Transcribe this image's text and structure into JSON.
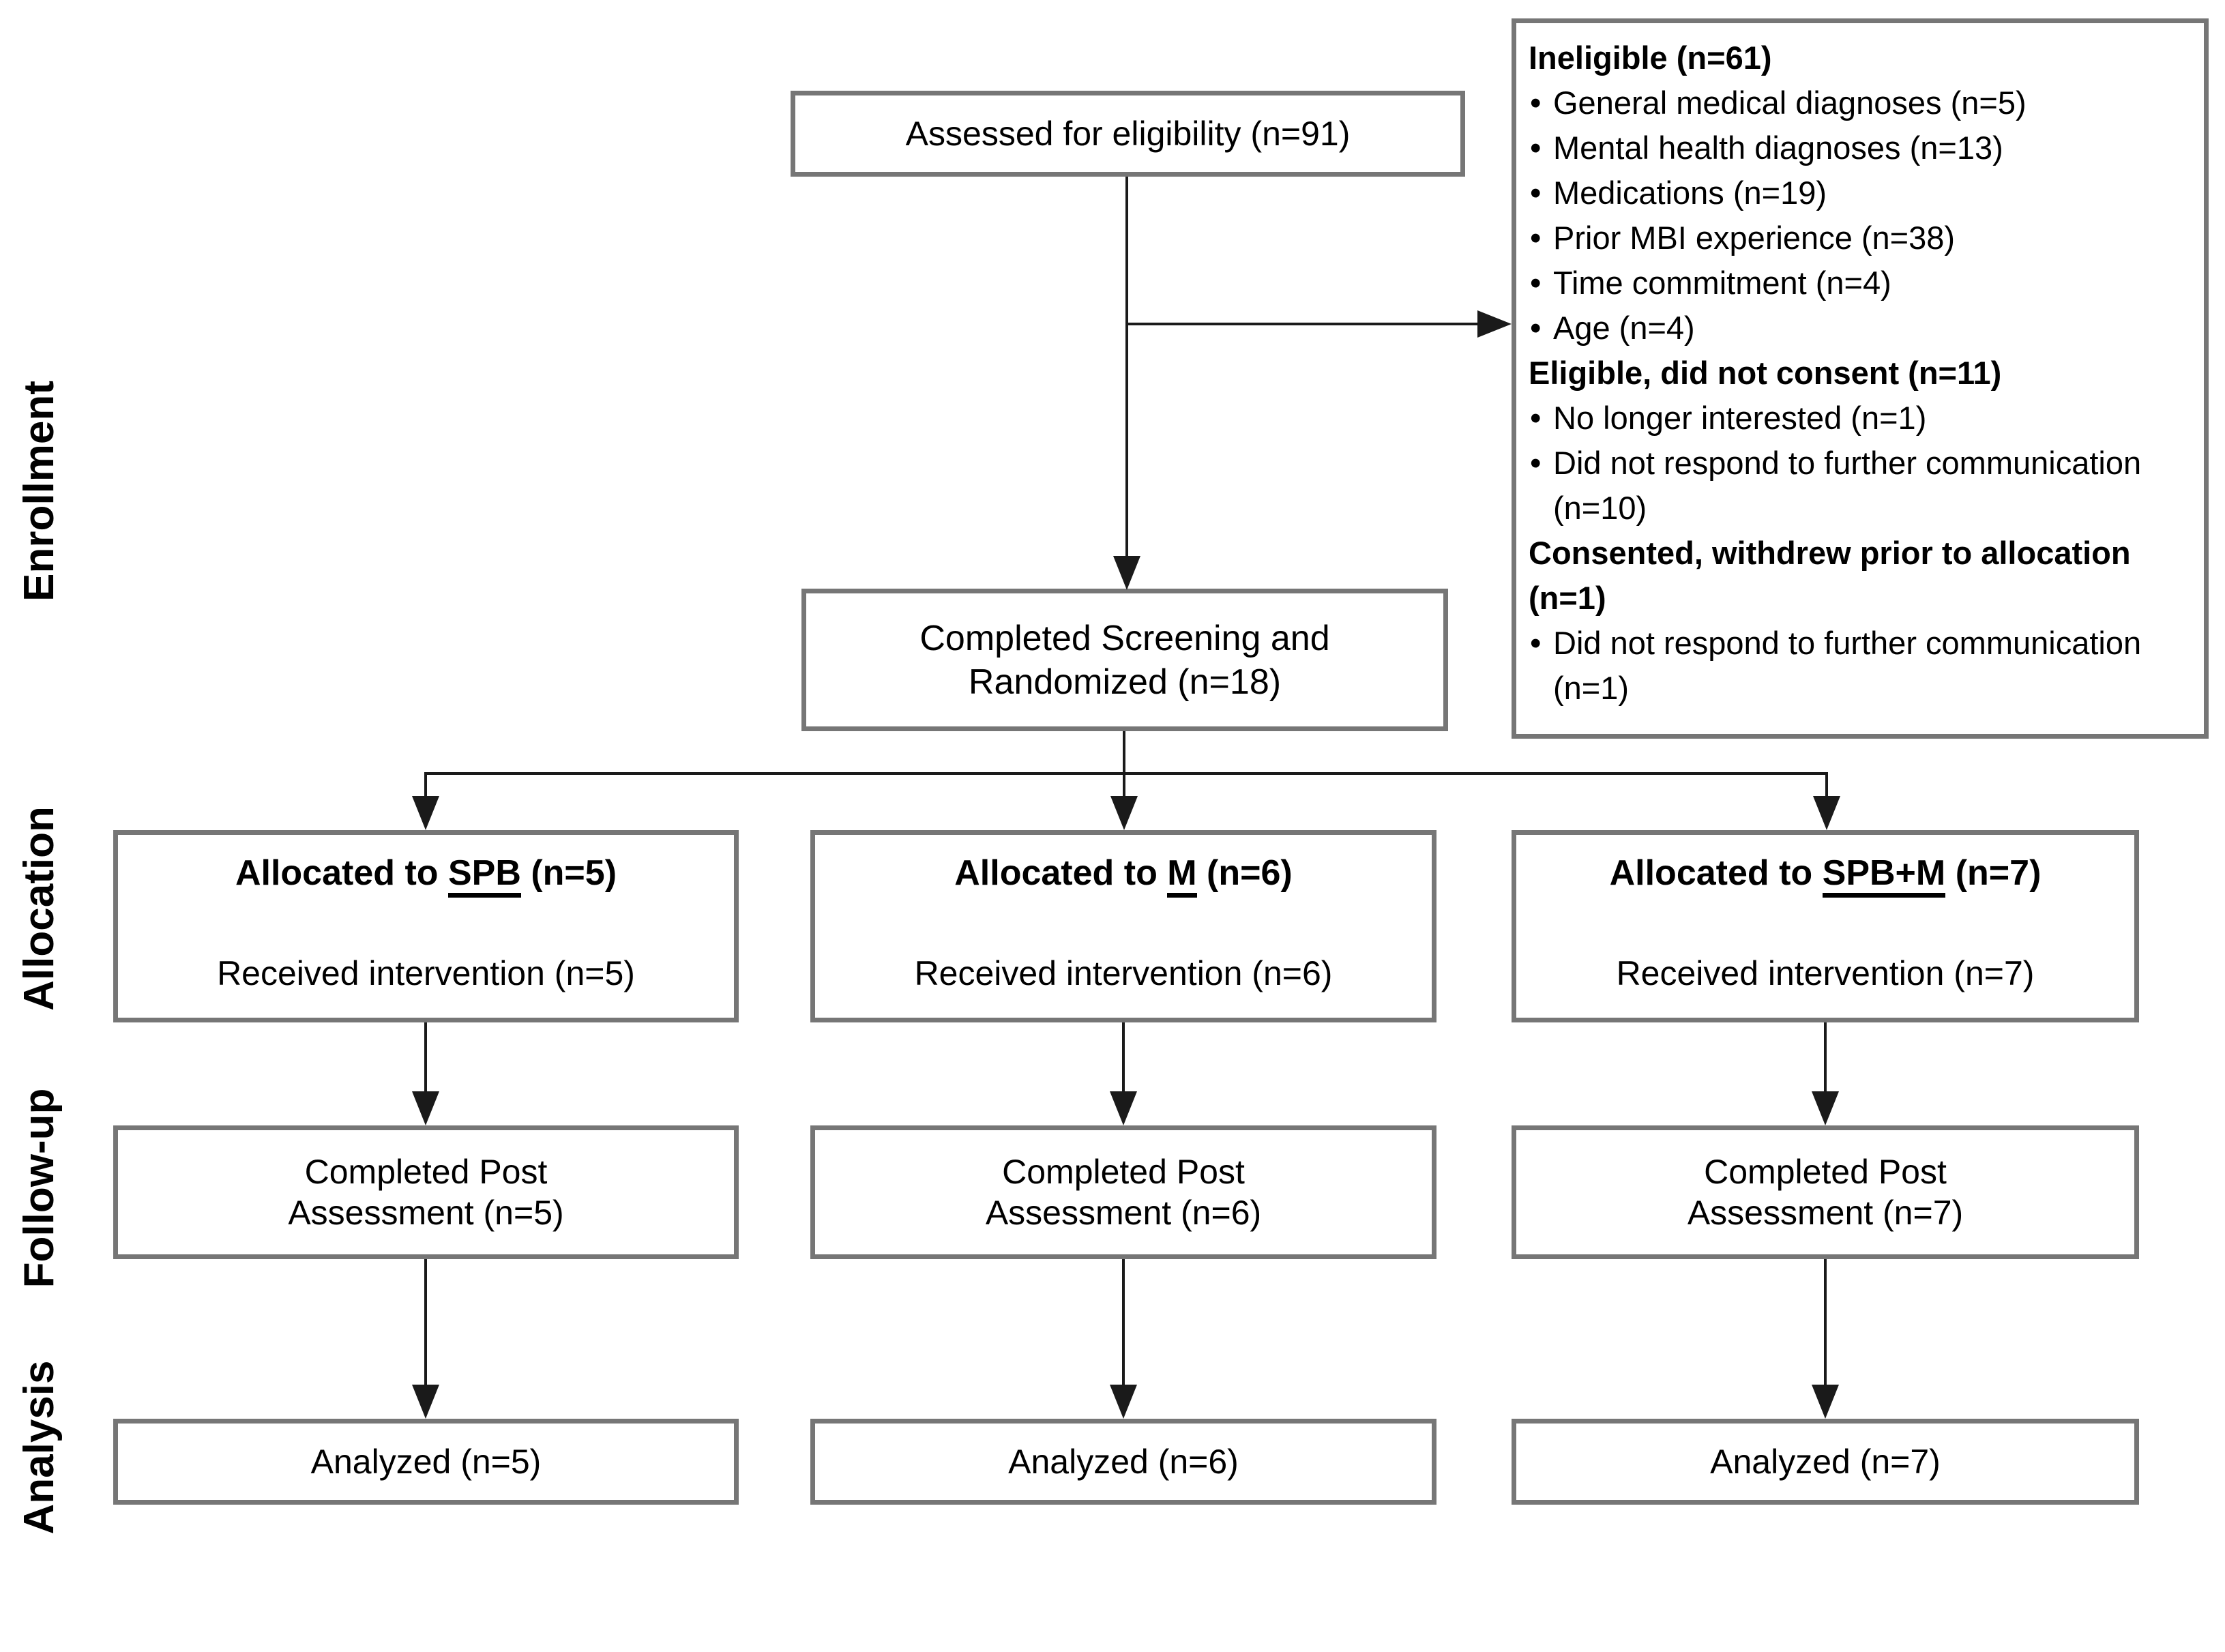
{
  "glyphs": {
    "bullet": "•"
  },
  "stages": {
    "enrollment": "Enrollment",
    "allocation": "Allocation",
    "followup": "Follow-up",
    "analysis": "Analysis"
  },
  "boxes": {
    "assessed": "Assessed for eligibility (n=91)",
    "randomized": {
      "line1": "Completed Screening and",
      "line2": "Randomized (n=18)"
    }
  },
  "exclusions": {
    "sections": [
      {
        "header": "Ineligible (n=61)",
        "items": [
          "General medical diagnoses (n=5)",
          "Mental health diagnoses (n=13)",
          "Medications (n=19)",
          "Prior MBI experience (n=38)",
          "Time commitment (n=4)",
          "Age (n=4)"
        ]
      },
      {
        "header": "Eligible, did not consent (n=11)",
        "items": [
          "No longer interested (n=1)",
          "Did not respond to further communication (n=10)"
        ]
      },
      {
        "header": "Consented, withdrew prior to allocation (n=1)",
        "items": [
          "Did not respond to further communication (n=1)"
        ]
      }
    ]
  },
  "columns": [
    {
      "alloc_prefix": "Allocated to ",
      "group": "SPB",
      "alloc_n": " (n=5)",
      "received": "Received intervention (n=5)",
      "followup_line1": "Completed Post",
      "followup_line2": "Assessment (n=5)",
      "analyzed": "Analyzed (n=5)"
    },
    {
      "alloc_prefix": "Allocated to ",
      "group": "M",
      "alloc_n": " (n=6)",
      "received": "Received intervention (n=6)",
      "followup_line1": "Completed Post",
      "followup_line2": "Assessment (n=6)",
      "analyzed": "Analyzed (n=6)"
    },
    {
      "alloc_prefix": "Allocated to ",
      "group": "SPB+M",
      "alloc_n": " (n=7)",
      "received": "Received intervention (n=7)",
      "followup_line1": "Completed Post",
      "followup_line2": "Assessment (n=7)",
      "analyzed": "Analyzed (n=7)"
    }
  ]
}
